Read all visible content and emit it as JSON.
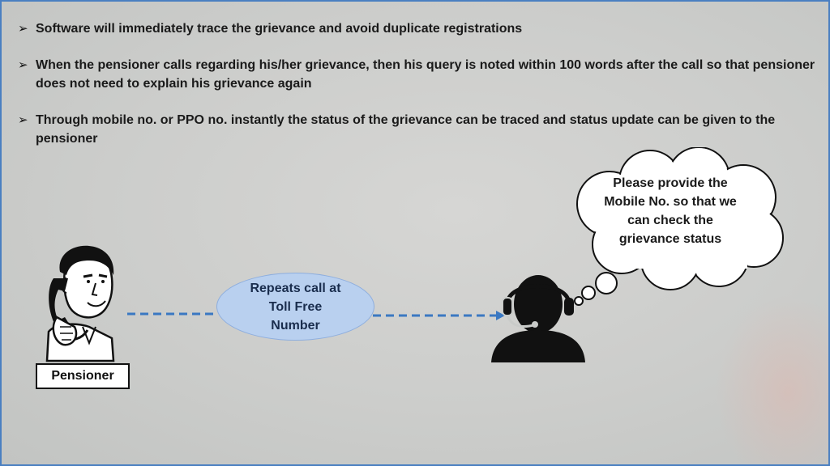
{
  "bullets": [
    {
      "text": "Software will immediately trace the grievance and avoid duplicate registrations"
    },
    {
      "text": "When the pensioner calls regarding his/her grievance, then his query is noted within 100 words after the call so that pensioner does not need to explain his grievance again"
    },
    {
      "text": "Through mobile no. or PPO no. instantly the status of the grievance can be traced and status update can be given to the pensioner"
    }
  ],
  "bullet_marker": "➢",
  "diagram": {
    "pensioner_label": "Pensioner",
    "call_label": "Repeats call at Toll Free Number",
    "speech_bubble": "Please provide the Mobile No. so that we can check the grievance status"
  },
  "icons": [
    "pensioner-phone-icon",
    "call-center-agent-icon",
    "thought-cloud-icon"
  ],
  "colors": {
    "border": "#4a7fc1",
    "ellipse_fill": "#b9d0ef",
    "arrow": "#3a78c2"
  }
}
